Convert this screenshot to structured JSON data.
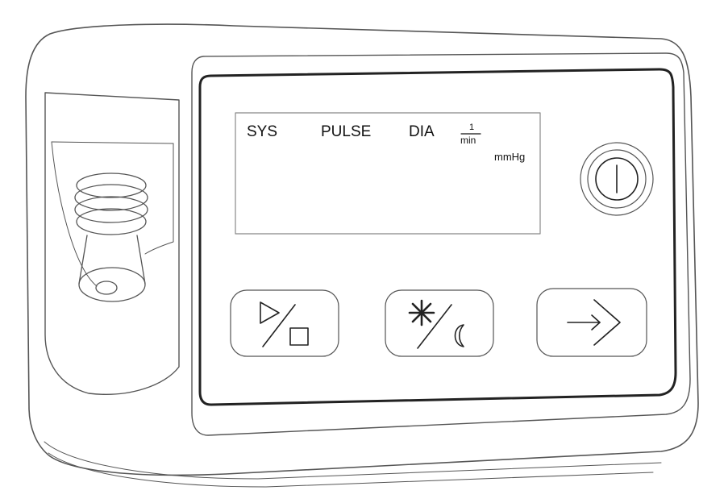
{
  "display": {
    "sys_label": "SYS",
    "pulse_label": "PULSE",
    "dia_label": "DIA",
    "pulse_unit_numerator": "1",
    "pulse_unit_denominator": "min",
    "pressure_unit": "mmHg"
  },
  "buttons": [
    {
      "icon": "play-stop-icon"
    },
    {
      "icon": "day-night-icon"
    },
    {
      "icon": "enter-arrow-icon"
    }
  ],
  "power": {
    "icon": "power-icon"
  },
  "colors": {
    "stroke": "#555555",
    "text": "#111111",
    "background": "#ffffff"
  }
}
